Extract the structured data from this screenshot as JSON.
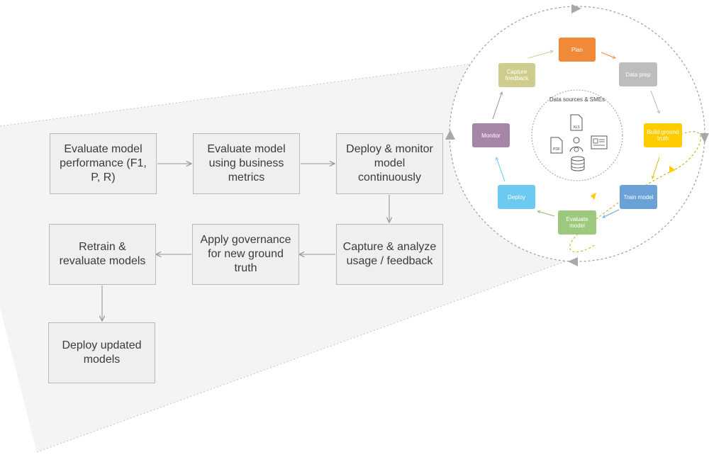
{
  "flow": {
    "evaluate_performance": "Evaluate model performance (F1, P, R)",
    "evaluate_business": "Evaluate model using business metrics",
    "deploy_monitor": "Deploy & monitor model continuously",
    "capture_analyze": "Capture & analyze usage / feedback",
    "apply_governance": "Apply governance for new ground truth",
    "retrain": "Retrain & revaluate models",
    "deploy_updated": "Deploy updated models"
  },
  "cycle": {
    "plan": "Plan",
    "data_prep": "Data prep",
    "build_ground_truth": "Build ground truth",
    "train_model": "Train model",
    "evaluate_model": "Evaluate model",
    "deploy": "Deploy",
    "monitor": "Monitor",
    "capture_feedback": "Capture feedback",
    "center_title": "Data sources & SMEs",
    "center_icons": {
      "xls": "XLS",
      "pdf": "PDF"
    }
  },
  "colors": {
    "plan": "#f08a38",
    "data_prep": "#bdbdbd",
    "build_ground_truth": "#ffcc00",
    "train_model": "#6aa2d8",
    "evaluate_model": "#9cc97e",
    "deploy": "#6cc9ef",
    "monitor": "#a686a6",
    "capture_feedback": "#cfcd8e",
    "box_fill": "#efefef",
    "box_border": "#b9b9b9",
    "cone": "#f4f4f4"
  }
}
